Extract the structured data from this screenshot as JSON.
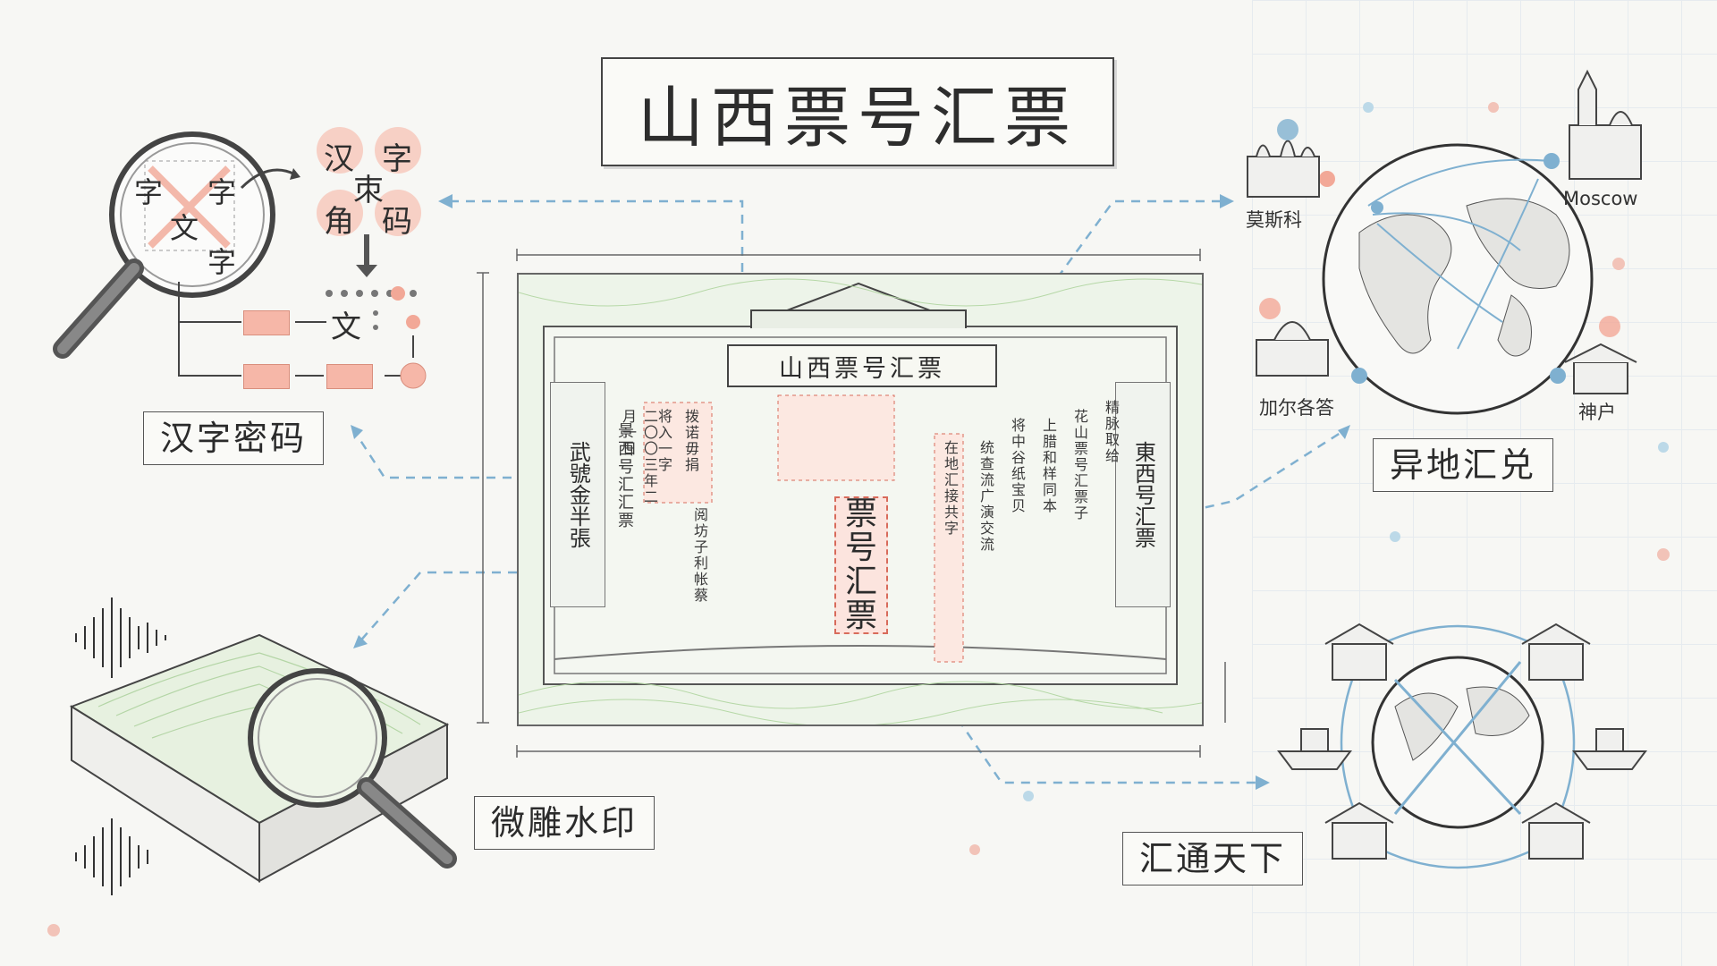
{
  "title": "山西票号汇票",
  "labels": {
    "cipher": "汉字密码",
    "watermark": "微雕水印",
    "remit": "异地汇兑",
    "global": "汇通天下"
  },
  "cities": {
    "moscow_cn": "莫斯科",
    "moscow_en": "Moscow",
    "kolkata_cn": "加尔各答",
    "kobe_cn": "神户"
  },
  "cipher_chars": {
    "magnifier": [
      "字",
      "字",
      "文",
      "字"
    ],
    "cluster": [
      "汉",
      "字",
      "朿",
      "角",
      "码"
    ],
    "result": "文"
  },
  "bill": {
    "banner": "山西票号汇票",
    "left_col": "武號金半張",
    "right_col": "東西号汇票",
    "center_stamp": [
      "票",
      "号",
      "汇",
      "票"
    ],
    "left_mini": "二〇〇三年二月一日",
    "left_mini_2": "景西号汇汇票",
    "mid_mini_1": "拨诺毋捐",
    "mid_mini_2": "将入一字",
    "mid_mini_3": "阅坊子利帐蔡",
    "right_mini_1": "在地汇接共字",
    "right_mini_2": "统查流广演交流",
    "right_mini_3": "将中谷纸宝贝",
    "right_mini_4": "上腊和样同本",
    "right_mini_5": "花山票号汇票子",
    "right_mini_6": "精脉取给"
  },
  "colors": {
    "accent_red": "#f2a897",
    "accent_blue": "#7fb0d0",
    "paper_green": "#e6f0df",
    "ink": "#2b2b2b"
  }
}
